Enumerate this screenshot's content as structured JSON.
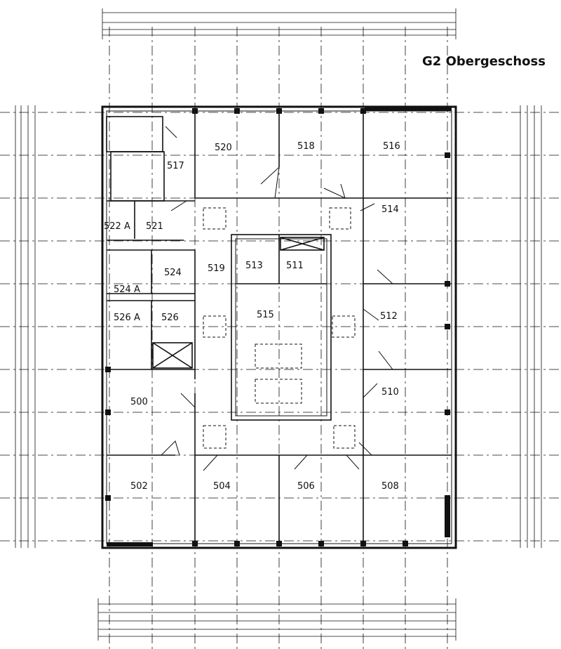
{
  "title": "G2 Obergeschoss",
  "colors": {
    "line": "#111111",
    "background": "#ffffff"
  },
  "rooms": [
    {
      "id": "room-520",
      "label": "520"
    },
    {
      "id": "room-518",
      "label": "518"
    },
    {
      "id": "room-516",
      "label": "516"
    },
    {
      "id": "room-517",
      "label": "517"
    },
    {
      "id": "room-514",
      "label": "514"
    },
    {
      "id": "room-522a",
      "label": "522 A"
    },
    {
      "id": "room-521",
      "label": "521"
    },
    {
      "id": "room-524",
      "label": "524"
    },
    {
      "id": "room-519",
      "label": "519"
    },
    {
      "id": "room-513",
      "label": "513"
    },
    {
      "id": "room-511",
      "label": "511"
    },
    {
      "id": "room-524a",
      "label": "524 A"
    },
    {
      "id": "room-526a",
      "label": "526 A"
    },
    {
      "id": "room-526",
      "label": "526"
    },
    {
      "id": "room-515",
      "label": "515"
    },
    {
      "id": "room-512",
      "label": "512"
    },
    {
      "id": "room-500",
      "label": "500"
    },
    {
      "id": "room-510",
      "label": "510"
    },
    {
      "id": "room-502",
      "label": "502"
    },
    {
      "id": "room-504",
      "label": "504"
    },
    {
      "id": "room-506",
      "label": "506"
    },
    {
      "id": "room-508",
      "label": "508"
    }
  ]
}
